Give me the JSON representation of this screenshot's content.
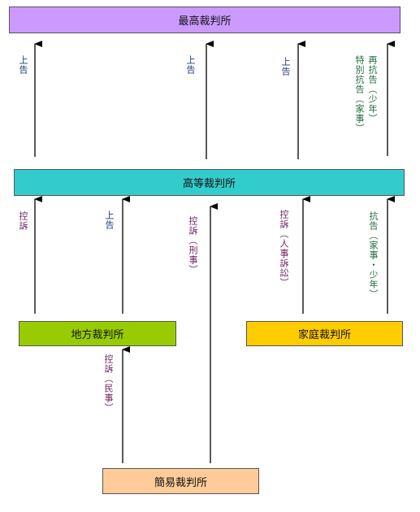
{
  "courts": {
    "supreme": {
      "label": "最高裁判所",
      "color": "#cc99ff"
    },
    "high": {
      "label": "高等裁判所",
      "color": "#33cccc"
    },
    "district": {
      "label": "地方裁判所",
      "color": "#99cc00"
    },
    "family": {
      "label": "家庭裁判所",
      "color": "#ffcc00"
    },
    "summary": {
      "label": "簡易裁判所",
      "color": "#ffcc99"
    }
  },
  "labels": {
    "jokoku": "上告",
    "koso": "控訴",
    "koso_keiji": "控訴（刑事）",
    "koso_minji": "控訴（民事）",
    "koso_jinji": "控訴（人事訴訟）",
    "kokoku_kaji_shonen": "抗告（家事・少年）",
    "saikokoku_shonen": "再抗告（少年）",
    "tokubetsu_kokoku_kaji": "特別抗告（家事）"
  },
  "text_colors": {
    "jokoku": "#1f3a7a",
    "koso": "#6b1f5c",
    "kokoku": "#1e6b3a"
  }
}
